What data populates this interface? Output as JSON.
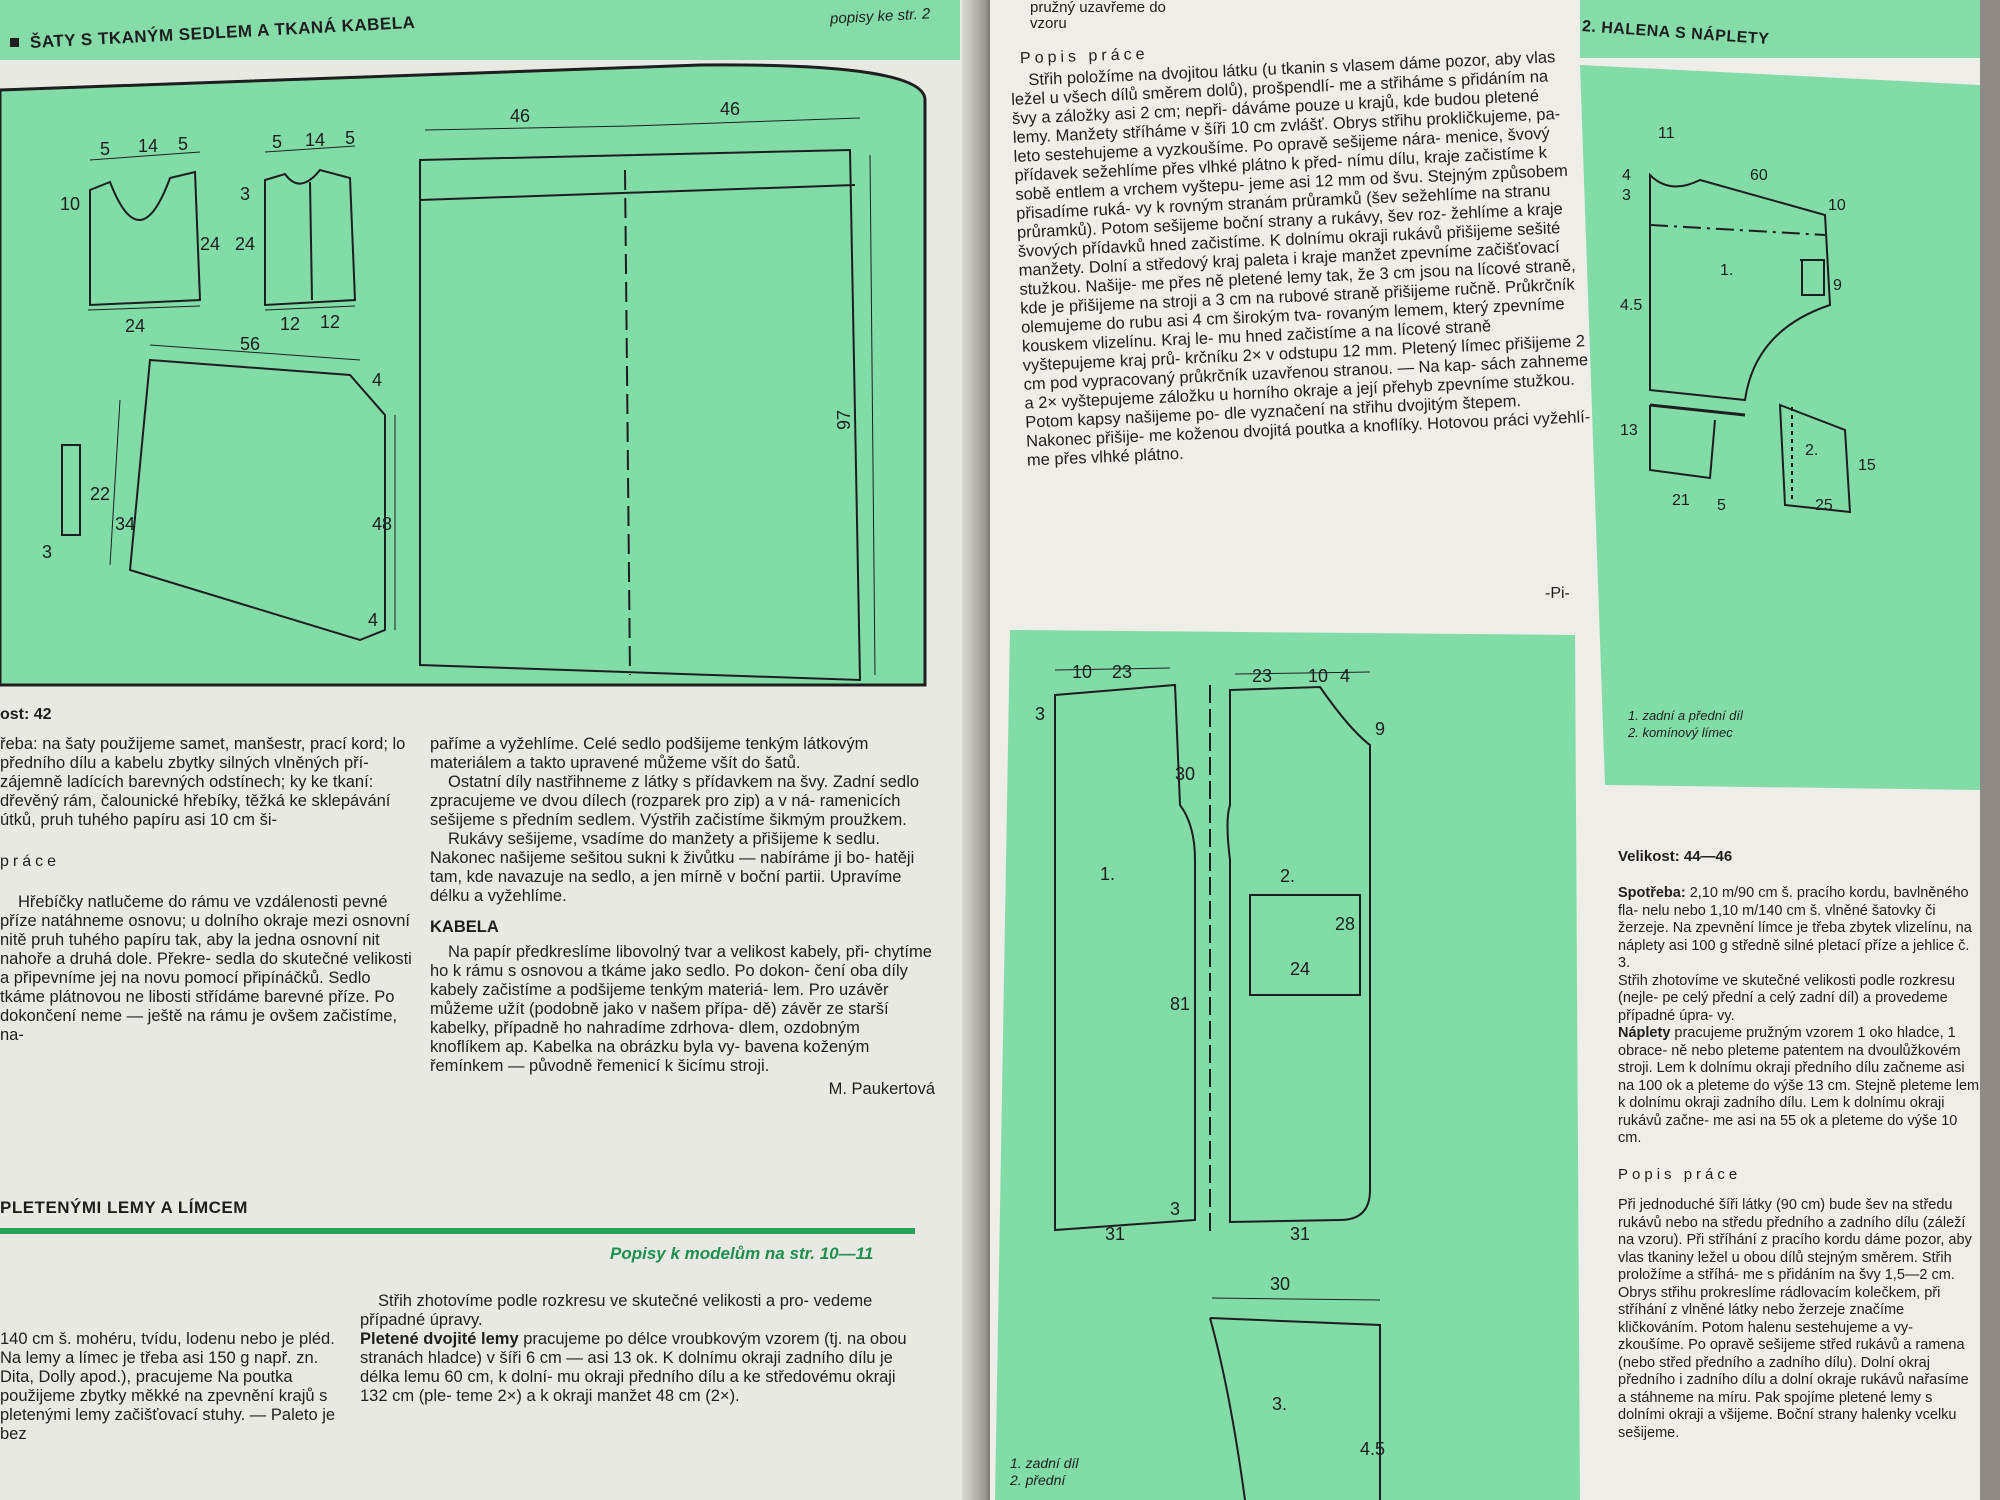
{
  "left_page": {
    "header_title": "ŠATY S TKANÝM SEDLEM A TKANÁ KABELA",
    "header_ref": "popisy ke str. 2",
    "diagram_dims": [
      "5",
      "14",
      "5",
      "5",
      "14",
      "5",
      "10",
      "24",
      "3",
      "24",
      "24",
      "12",
      "12",
      "56",
      "46",
      "46",
      "97",
      "4",
      "22",
      "34",
      "3",
      "48",
      "4"
    ],
    "size_line": "ost: 42",
    "col1": {
      "spotreba": "řeba: na šaty použijeme samet, manšestr, prací kord; lo předního dílu a kabelu zbytky silných vlněných pří- zájemně ladících barevných odstínech; ky ke tkaní: dřevěný rám, čalounické hřebíky, těžká ke sklepávání útků, pruh tuhého papíru asi 10 cm ši-",
      "subhead": "práce",
      "body": "Hřebíčky natlučeme do rámu ve vzdálenosti pevné příze natáhneme osnovu; u dolního okraje mezi osnovní nitě pruh tuhého papíru tak, aby la jedna osnovní nit nahoře a druhá dole. Překre- sedla do skutečné velikosti a připevníme jej na novu pomocí připínáčků. Sedlo tkáme plátnovou ne libosti střídáme barevné příze. Po dokončení neme — ještě na rámu je ovšem začistíme, na-"
    },
    "col2": {
      "para1": "paříme a vyžehlíme. Celé sedlo podšijeme tenkým látkovým materiálem a takto upravené můžeme všít do šatů.",
      "para2": "Ostatní díly nastřihneme z látky s přídavkem na švy. Zadní sedlo zpracujeme ve dvou dílech (rozparek pro zip) a v ná- ramenicích sešijeme s předním sedlem. Výstřih začistíme šikmým proužkem.",
      "para3": "Rukávy sešijeme, vsadíme do manžety a přišijeme k sedlu. Nakonec našijeme sešitou sukni k živůtku — nabíráme ji bo- hatěji tam, kde navazuje na sedlo, a jen mírně v boční partii. Upravíme délku a vyžehlíme.",
      "kabela_title": "KABELA",
      "kabela_body": "Na papír předkreslíme libovolný tvar a velikost kabely, při- chytíme ho k rámu s osnovou a tkáme jako sedlo. Po dokon- čení oba díly kabely začistíme a podšijeme tenkým materiá- lem. Pro uzávěr můžeme užít (podobně jako v našem přípa- dě) závěr ze starší kabelky, případně ho nahradíme zdrhova- dlem, ozdobným knoflíkem ap. Kabelka na obrázku byla vy- bavena koženým řemínkem — původně řemenicí k šicímu stroji.",
      "signature": "M. Paukertová"
    },
    "section2_title": "PLETENÝMI LEMY A LÍMCEM",
    "section2_ref": "Popisy k modelům na str. 10—11",
    "bottom_col1": "140 cm š. mohéru, tvídu, lodenu nebo je pléd. Na lemy a límec je třeba asi 150 g např. zn. Dita, Dolly apod.), pracujeme Na poutka použijeme zbytky měkké na zpevnění krajů s pletenými lemy začišťovací stuhy. — Paleto je bez",
    "bottom_col2_intro": "Střih zhotovíme podle rozkresu ve skutečné velikosti a pro- vedeme případné úpravy.",
    "bottom_col2_bold": "Pletené dvojité lemy",
    "bottom_col2_body": "pracujeme po délce vroubkovým vzorem (tj. na obou stranách hladce) v šíři 6 cm — asi 13 ok. K dolnímu okraji zadního dílu je délka lemu 60 cm, k dolní- mu okraji předního dílu a ke středovému okraji 132 cm (ple- teme 2×) a k okraji manžet 48 cm (2×)."
  },
  "right_page": {
    "top_cut": "pružný uzavřeme do vzoru",
    "subhead": "Popis práce",
    "body": "Střih položíme na dvojitou látku (u tkanin s vlasem dáme pozor, aby vlas ležel u všech dílů směrem dolů), prošpendlí- me a střiháme s přidáním na švy a záložky asi 2 cm; nepři- dáváme pouze u krajů, kde budou pletené lemy. Manžety stříháme v šíři 10 cm zvlášť. Obrys střihu prokličkujeme, pa- leto sestehujeme a vyzkoušíme. Po opravě sešijeme nára- menice, švový přídavek sežehlíme přes vlhké plátno k před- nímu dílu, kraje začistíme k sobě entlem a vrchem vyštepu- jeme asi 12 mm od švu. Stejným způsobem přisadíme ruká- vy k rovným stranám průramků (šev sežehlíme na stranu průramků). Potom sešijeme boční strany a rukávy, šev roz- žehlíme a kraje švových přídavků hned začistíme. K dolnímu okraji rukávů přišijeme sešité manžety. Dolní a středový kraj paleta i kraje manžet zpevníme začišťovací stužkou. Našije- me přes ně pletené lemy tak, že 3 cm jsou na lícové straně, kde je přišijeme na stroji a 3 cm na rubové straně přišijeme ručně. Průkrčník olemujeme do rubu asi 4 cm širokým tva- rovaným lemem, který zpevníme kouskem vlizelínu. Kraj le- mu hned začistíme a na lícové straně vyštepujeme kraj prů- krčníku 2× v odstupu 12 mm. Pletený límec přišijeme 2 cm pod vypracovaný průkrčník uzavřenou stranou. — Na kap- sách zahneme a 2× vyštepujeme záložku u horního okraje a její přehyb zpevníme stužkou. Potom kapsy našijeme po- dle vyznačení na střihu dvojitým štepem. Nakonec přišije- me koženou dvojitá poutka a knoflíky. Hotovou práci vyžehlí- me přes vlhké plátno.",
    "initials": "-Pi-",
    "section_title": "2. HALENA S NÁPLETY",
    "halena_dims": [
      "11",
      "4",
      "3",
      "60",
      "10",
      "1.",
      "4.5",
      "9",
      "13",
      "2.",
      "21",
      "5",
      "25",
      "15"
    ],
    "halena_legend": [
      "1. zadní a přední díl",
      "2. komínový límec"
    ],
    "paleto_dims": [
      "10",
      "23",
      "23",
      "10",
      "4",
      "3",
      "9",
      "30",
      "1.",
      "2.",
      "81",
      "28",
      "24",
      "3",
      "31",
      "31",
      "30",
      "3.",
      "4.5"
    ],
    "paleto_legend": [
      "1. zadní díl",
      "2. přední"
    ],
    "velikost": "Velikost: 44—46",
    "spotreba_bold": "Spotřeba:",
    "spotreba": "2,10 m/90 cm š. pracího kordu, bavlněného fla- nelu nebo 1,10 m/140 cm š. vlněné šatovky či žerzeje. Na zpevnění límce je třeba zbytek vlizelínu, na náplety asi 100 g středně silné pletací příze a jehlice č. 3.",
    "strih": "Střih zhotovíme ve skutečné velikosti podle rozkresu (nejle- pe celý přední a celý zadní díl) a provedeme případné úpra- vy.",
    "naplety_bold": "Náplety",
    "naplety": "pracujeme pružným vzorem 1 oko hladce, 1 obrace- ně nebo pleteme patentem na dvoulůžkovém stroji. Lem k dolnímu okraji předního dílu začneme asi na 100 ok a pleteme do výše 13 cm. Stejně pleteme lem k dolnímu okraji zadního dílu. Lem k dolnímu okraji rukávů začne- me asi na 55 ok a pleteme do výše 10 cm.",
    "subhead2": "Popis práce",
    "body2": "Při jednoduché šíři látky (90 cm) bude šev na středu rukávů nebo na středu předního a zadního dílu (záleží na vzoru). Při stříhání z pracího kordu dáme pozor, aby vlas tkaniny ležel u obou dílů stejným směrem. Střih proložíme a stříhá- me s přidáním na švy 1,5—2 cm. Obrys střihu prokreslíme rádlovacím kolečkem, při stříhání z vlněné látky nebo žerzeje značíme kličkováním. Potom halenu sestehujeme a vy- zkoušíme. Po opravě sešijeme střed rukávů a ramena (nebo střed předního a zadního dílu). Dolní okraj předního i zadního dílu a dolní okraje rukávů nařasíme a stáhneme na míru. Pak spojíme pletené lemy s dolními okraji a všijeme. Boční strany halenky vcelku sešijeme."
  },
  "colors": {
    "green_panel": "#82dca7",
    "green_header": "#86dca8",
    "paper": "#ecebe6",
    "ink": "#1e1e1e"
  }
}
